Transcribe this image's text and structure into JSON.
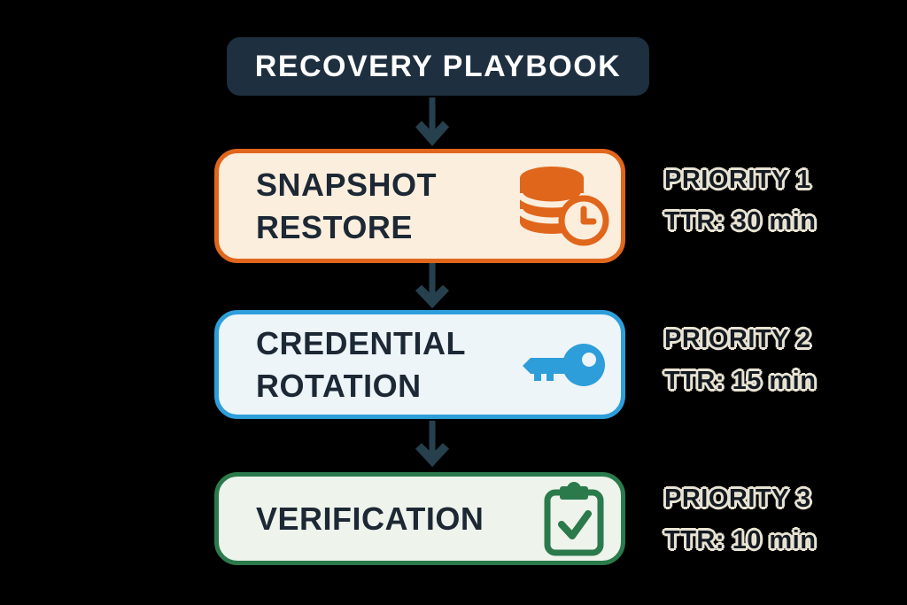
{
  "diagram_type": "flowchart",
  "background_color": "#000000",
  "title": {
    "label": "RECOVERY PLAYBOOK",
    "bg_color": "#1e2f3f",
    "text_color": "#ffffff"
  },
  "arrow": {
    "icon": "arrow-down-icon",
    "color": "#26404e"
  },
  "steps": [
    {
      "line1": "SNAPSHOT",
      "line2": "RESTORE",
      "icon": "database-clock-icon",
      "border_color": "#e0661c",
      "fill_color": "#fbeedd",
      "icon_color": "#e0661c",
      "priority": "PRIORITY 1",
      "ttr": "TTR: 30 min"
    },
    {
      "line1": "CREDENTIAL",
      "line2": "ROTATION",
      "icon": "key-icon",
      "border_color": "#2d9ed9",
      "fill_color": "#edf5f9",
      "icon_color": "#2d9ed9",
      "priority": "PRIORITY 2",
      "ttr": "TTR: 15 min"
    },
    {
      "line1": "VERIFICATION",
      "icon": "clipboard-check-icon",
      "border_color": "#2b7a4b",
      "fill_color": "#eef3ec",
      "icon_color": "#2b7a4b",
      "priority": "PRIORITY 3",
      "ttr": "TTR: 10 min"
    }
  ],
  "annotation_style": {
    "text_color": "#141a22",
    "outline_color": "#e9e3d3"
  },
  "label_text_color": "#1d2835"
}
